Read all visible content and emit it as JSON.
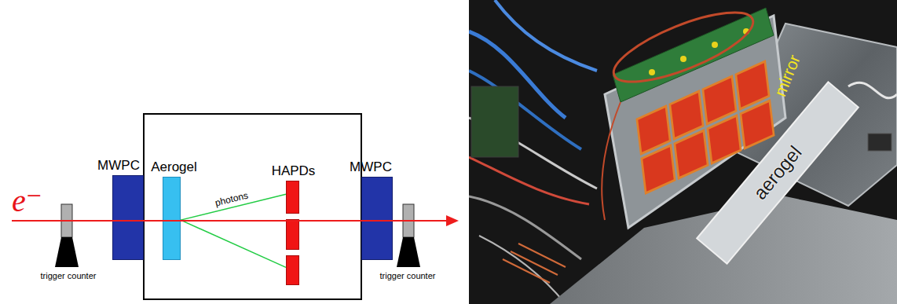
{
  "diagram": {
    "nodes": [
      {
        "text": [
          "trigger counter"
        ]
      },
      {
        "text": [
          "MWPC"
        ]
      },
      {
        "text": [
          "Aerogel"
        ]
      },
      {
        "text": [
          "HAPDs"
        ]
      },
      {
        "text": [
          "MWPC"
        ]
      },
      {
        "text": [
          "trigger counter"
        ]
      }
    ],
    "edges": [
      {
        "from": 2,
        "to": 3,
        "label": "photons",
        "arrow": "none"
      },
      {
        "from": 2,
        "to": 3,
        "arrow": "none"
      }
    ],
    "labels": [
      "e⁻",
      "mirror",
      "aerogel"
    ]
  }
}
